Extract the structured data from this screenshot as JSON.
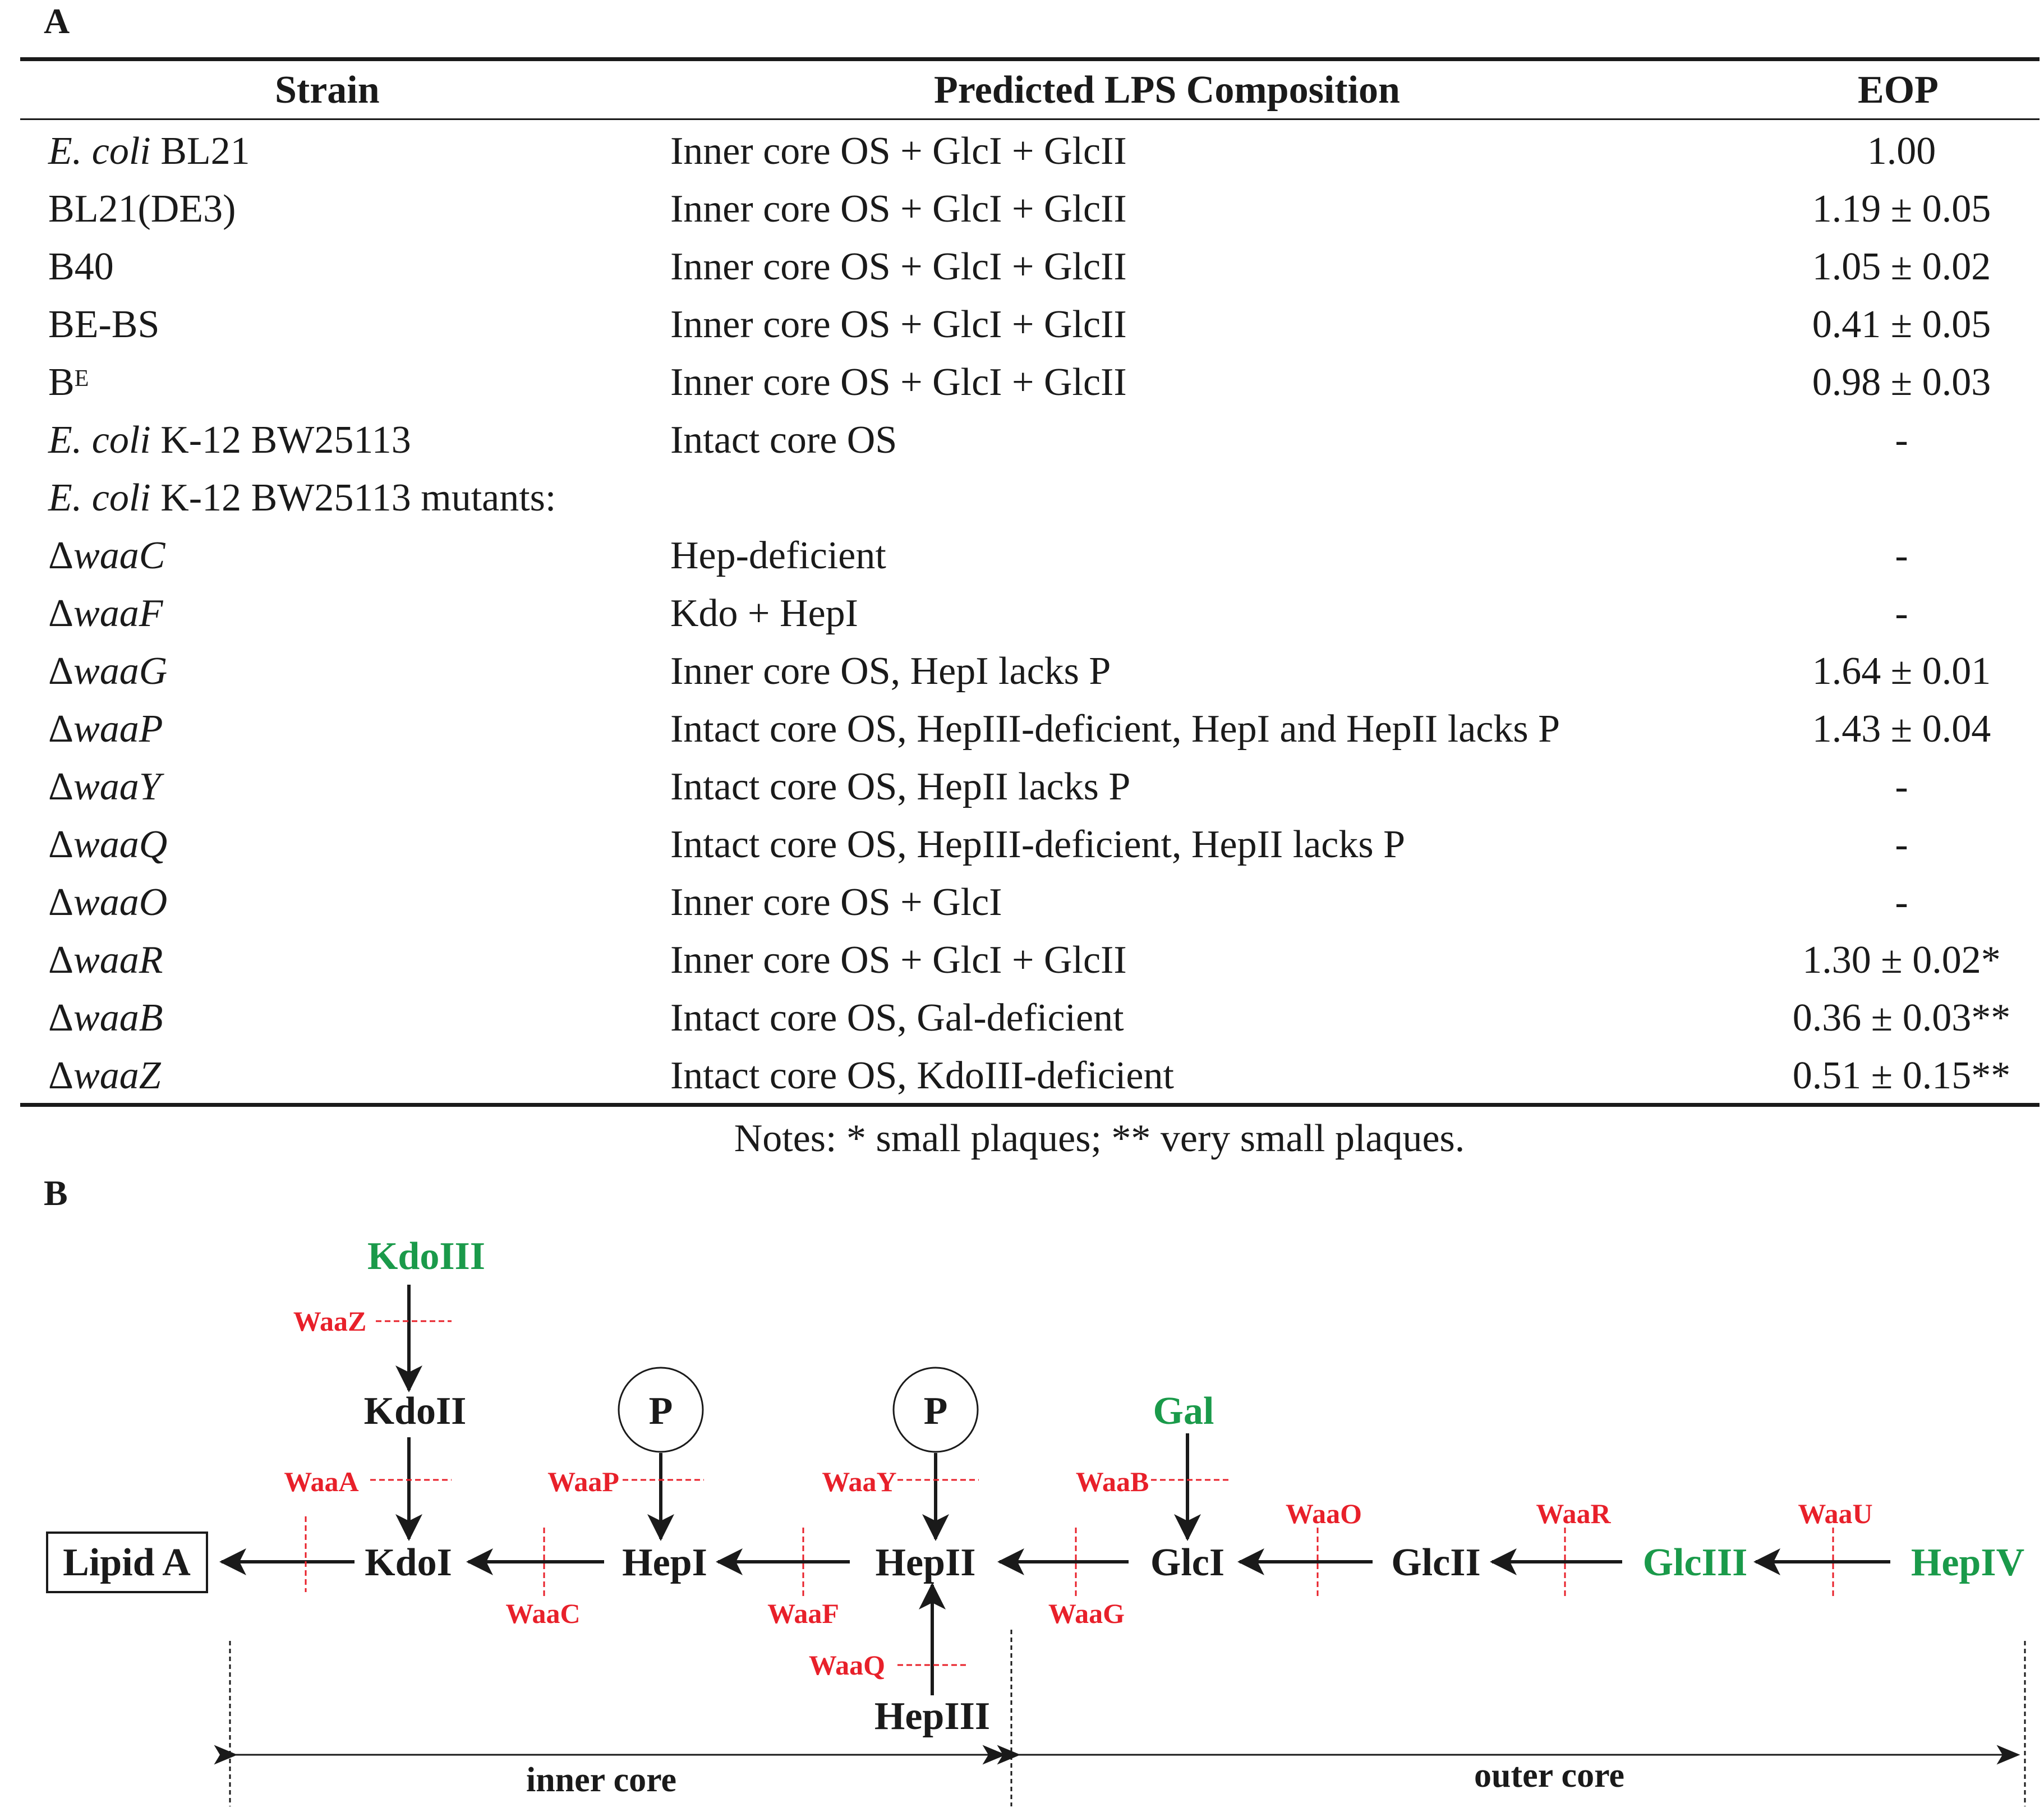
{
  "panel_a": {
    "label": "A",
    "headers": {
      "strain": "Strain",
      "composition": "Predicted LPS Composition",
      "eop": "EOP"
    },
    "rows": [
      {
        "italic": "E. coli",
        "strain": " BL21",
        "composition": "Inner core OS + GlcI + GlcII",
        "eop": "1.00"
      },
      {
        "strain": "BL21(DE3)",
        "composition": "Inner core OS + GlcI + GlcII",
        "eop": "1.19 ± 0.05"
      },
      {
        "strain": "B40",
        "composition": "Inner core OS + GlcI + GlcII",
        "eop": "1.05 ± 0.02"
      },
      {
        "strain": "BE-BS",
        "composition": "Inner core OS + GlcI + GlcII",
        "eop": "0.41 ± 0.05"
      },
      {
        "strain": "B",
        "superscript": "E",
        "composition": "Inner core OS + GlcI + GlcII",
        "eop": "0.98 ± 0.03"
      },
      {
        "italic": "E. coli",
        "strain": " K-12 BW25113",
        "composition": "Intact core OS",
        "eop": "-"
      },
      {
        "italic": "E. coli",
        "strain": " K-12 BW25113 mutants:",
        "composition": "",
        "eop": ""
      },
      {
        "strain": "Δ",
        "italic_suffix": "waaC",
        "composition": "Hep-deficient",
        "eop": "-"
      },
      {
        "strain": "Δ",
        "italic_suffix": "waaF",
        "composition": "Kdo + HepI",
        "eop": "-"
      },
      {
        "strain": "Δ",
        "italic_suffix": "waaG",
        "composition": "Inner core OS, HepI lacks P",
        "eop": "1.64 ± 0.01"
      },
      {
        "strain": "Δ",
        "italic_suffix": "waaP",
        "composition": "Intact core OS, HepIII-deficient, HepI and HepII lacks P",
        "eop": "1.43 ± 0.04"
      },
      {
        "strain": "Δ",
        "italic_suffix": "waaY",
        "composition": "Intact core OS, HepII lacks P",
        "eop": "-"
      },
      {
        "strain": "Δ",
        "italic_suffix": "waaQ",
        "composition": "Intact core OS, HepIII-deficient, HepII lacks P",
        "eop": "-"
      },
      {
        "strain": "Δ",
        "italic_suffix": "waaO",
        "composition": "Inner core OS + GlcI",
        "eop": "-"
      },
      {
        "strain": "Δ",
        "italic_suffix": "waaR",
        "composition": "Inner core OS + GlcI + GlcII",
        "eop": "1.30 ± 0.02*"
      },
      {
        "strain": "Δ",
        "italic_suffix": "waaB",
        "composition": "Intact core OS, Gal-deficient",
        "eop": "0.36 ± 0.03**"
      },
      {
        "strain": "Δ",
        "italic_suffix": "waaZ",
        "composition": "Intact core OS, KdoIII-deficient",
        "eop": "0.51 ± 0.15**"
      }
    ],
    "notes": "Notes: * small plaques; ** very small plaques."
  },
  "panel_b": {
    "label": "B",
    "colors": {
      "node": "#1a1a1a",
      "variable": "#1a9a4a",
      "enzyme": "#e8202a"
    },
    "nodes": {
      "lipid_a": "Lipid A",
      "kdo1": "KdoI",
      "kdo2": "KdoII",
      "kdo3": "KdoIII",
      "hep1": "HepI",
      "hep2": "HepII",
      "hep3": "HepIII",
      "hep4": "HepIV",
      "glc1": "GlcI",
      "glc2": "GlcII",
      "glc3": "GlcIII",
      "gal": "Gal",
      "p1": "P",
      "p2": "P"
    },
    "enzymes": {
      "waaZ": "WaaZ",
      "waaA": "WaaA",
      "waaC": "WaaC",
      "waaP": "WaaP",
      "waaF": "WaaF",
      "waaY": "WaaY",
      "waaQ": "WaaQ",
      "waaG": "WaaG",
      "waaB": "WaaB",
      "waaO": "WaaO",
      "waaR": "WaaR",
      "waaU": "WaaU"
    },
    "regions": {
      "inner": "inner core",
      "outer": "outer core"
    }
  }
}
